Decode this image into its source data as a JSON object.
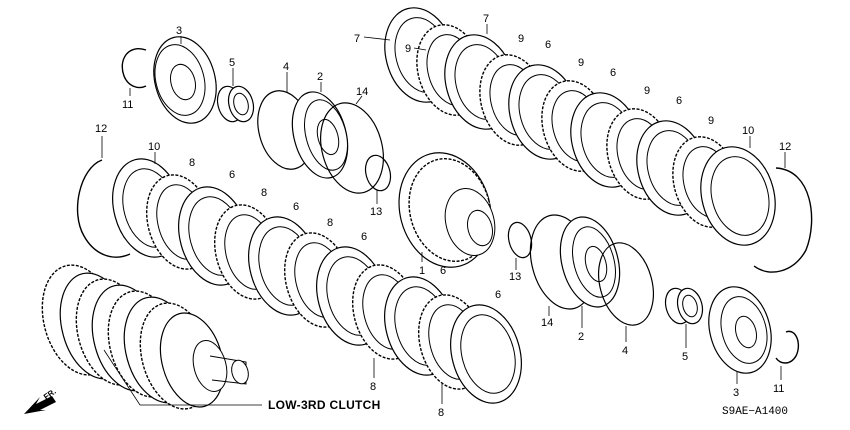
{
  "diagram": {
    "caption": "LOW-3RD CLUTCH",
    "code": "S9AE−A1400",
    "direction": "FR."
  },
  "callouts": {
    "c_3a": "3",
    "c_5a": "5",
    "c_11a": "11",
    "c_4a": "4",
    "c_2a": "2",
    "c_14a": "14",
    "c_13a": "13",
    "c_7a": "7",
    "c_7b": "7",
    "c_9a": "9",
    "c_9b": "9",
    "c_9c": "9",
    "c_9d": "9",
    "c_9e": "9",
    "c_6a": "6",
    "c_6b": "6",
    "c_6c": "6",
    "c_10a": "10",
    "c_12a": "12",
    "c_12b": "12",
    "c_10b": "10",
    "c_8a": "8",
    "c_6d": "6",
    "c_8b": "8",
    "c_6e": "6",
    "c_8c": "8",
    "c_6f": "6",
    "c_1a": "1",
    "c_6g": "6",
    "c_6h": "6",
    "c_8d": "8",
    "c_8e": "8",
    "c_13b": "13",
    "c_14b": "14",
    "c_2b": "2",
    "c_4b": "4",
    "c_5b": "5",
    "c_3b": "3",
    "c_11b": "11"
  }
}
